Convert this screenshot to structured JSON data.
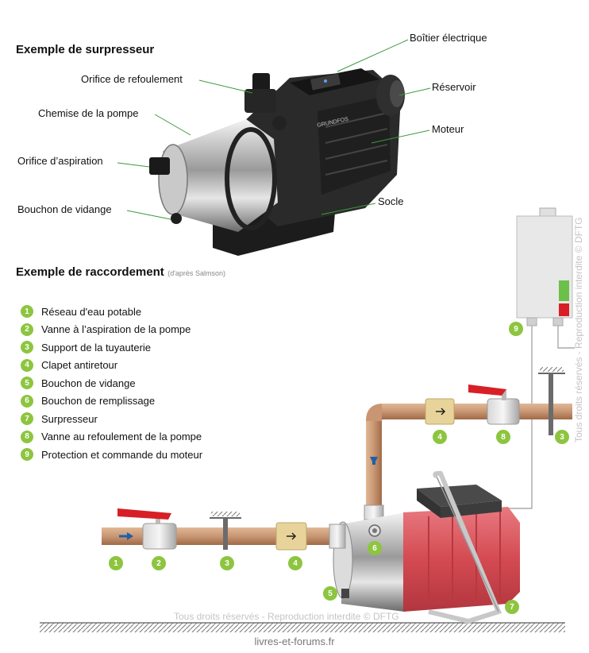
{
  "top": {
    "heading": "Exemple de surpresseur",
    "brand": "GRUNDFOS",
    "labels": {
      "refoulement": "Orifice de refoulement",
      "chemise": "Chemise de la pompe",
      "aspiration": "Orifice d’aspiration",
      "vidange": "Bouchon de vidange",
      "boitier": "Boîtier électrique",
      "reservoir": "Réservoir",
      "moteur": "Moteur",
      "socle": "Socle"
    }
  },
  "connection": {
    "heading": "Exemple de raccordement",
    "source_note": "(d'après Salmson)",
    "legend": [
      {
        "num": "1",
        "text": "Réseau d'eau potable"
      },
      {
        "num": "2",
        "text": "Vanne à l’aspiration de la pompe"
      },
      {
        "num": "3",
        "text": "Support de la tuyauterie"
      },
      {
        "num": "4",
        "text": "Clapet antiretour"
      },
      {
        "num": "5",
        "text": "Bouchon de vidange"
      },
      {
        "num": "6",
        "text": "Bouchon de remplissage"
      },
      {
        "num": "7",
        "text": "Surpresseur"
      },
      {
        "num": "8",
        "text": "Vanne au refoulement de la pompe"
      },
      {
        "num": "9",
        "text": "Protection et commande du moteur"
      }
    ],
    "badges": {
      "n1": "1",
      "n2": "2",
      "n3a": "3",
      "n4a": "4",
      "n5": "5",
      "n6": "6",
      "n7": "7",
      "n4b": "4",
      "n8": "8",
      "n3b": "3",
      "n9": "9"
    }
  },
  "watermark": {
    "horizontal": "Tous droits réservés - Reproduction interdite © DFTG",
    "vertical": "Tous droits réservés - Reproduction interdite © DFTG"
  },
  "footer": "livres-et-forums.fr",
  "colors": {
    "pipe": "#c99673",
    "pipe_dark": "#a8724f",
    "valve_handle": "#d81f26",
    "check_valve": "#e8d49a",
    "pump_red": "#d8525a",
    "badge": "#8dc53f",
    "control_green": "#6cc04a",
    "control_red": "#d81f26"
  }
}
